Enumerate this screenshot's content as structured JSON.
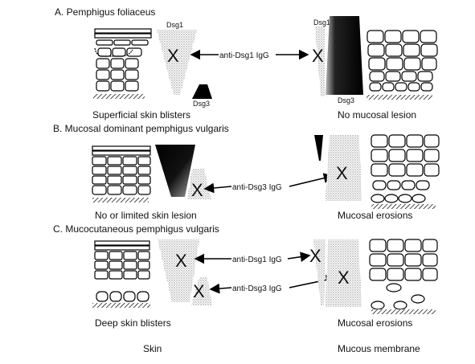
{
  "sections": [
    {
      "heading": "A. Pemphigus foliaceus",
      "skin_caption": "Superficial skin blisters",
      "mucosa_caption": "No mucosal lesion",
      "skin_dsg1_label": "Dsg1",
      "skin_dsg3_label": "Dsg3",
      "mucosa_dsg1_label": "Dsg1",
      "mucosa_dsg3_label": "Dsg3",
      "antibodies": [
        "anti-Dsg1 IgG"
      ],
      "target_mark": "X"
    },
    {
      "heading": "B. Mucosal dominant pemphigus vulgaris",
      "skin_caption": "No or limited skin lesion",
      "mucosa_caption": "Mucosal erosions",
      "antibodies": [
        "anti-Dsg3 IgG"
      ],
      "target_mark": "X"
    },
    {
      "heading": "C. Mucocutaneous pemphigus vulgaris",
      "skin_caption": "Deep skin blisters",
      "mucosa_caption": "Mucosal erosions",
      "antibodies": [
        "anti-Dsg1 IgG",
        "anti-Dsg3 IgG"
      ],
      "target_mark": "X"
    }
  ],
  "footer": {
    "left": "Skin",
    "right": "Mucous membrane"
  }
}
